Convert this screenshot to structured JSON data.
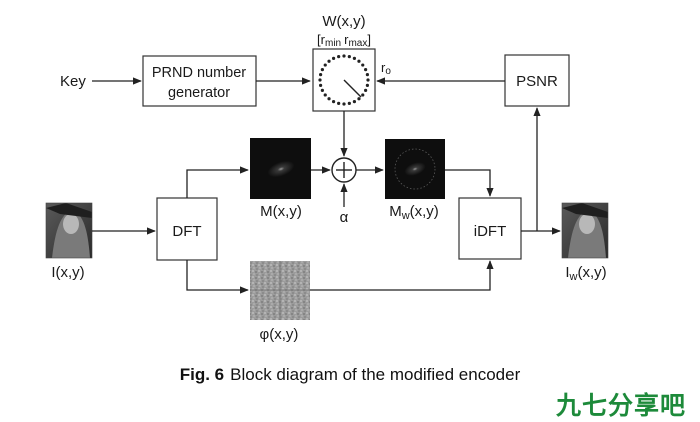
{
  "labels": {
    "key": "Key",
    "prnd": "PRND number generator",
    "prnd_line1": "PRND number",
    "prnd_line2": "generator",
    "w": "W(x,y)",
    "r_range": "[rmin rmax]",
    "r_min": "min",
    "r_max": "max",
    "r_letter": "r",
    "r0": "ro",
    "r0_sub": "o",
    "psnr": "PSNR",
    "dft": "DFT",
    "idft": "iDFT",
    "m": "M(x,y)",
    "mw_base": "M",
    "mw_sub": "w",
    "mw_args": "(x,y)",
    "alpha": "α",
    "i": "I(x,y)",
    "iw_base": "I",
    "iw_sub": "w",
    "iw_args": "(x,y)",
    "phi": "φ(x,y)",
    "plus": "+"
  },
  "caption": {
    "prefix": "Fig. 6",
    "text": "Block diagram of the modified encoder"
  },
  "watermark": "九七分享吧",
  "colors": {
    "line": "#222222",
    "watermark": "#1d8a3a"
  },
  "icons": {
    "input_image": "portrait-photo",
    "output_image": "portrait-photo",
    "magnitude": "dark-spectrum",
    "phase": "gray-noise",
    "dial": "dotted-dial"
  }
}
